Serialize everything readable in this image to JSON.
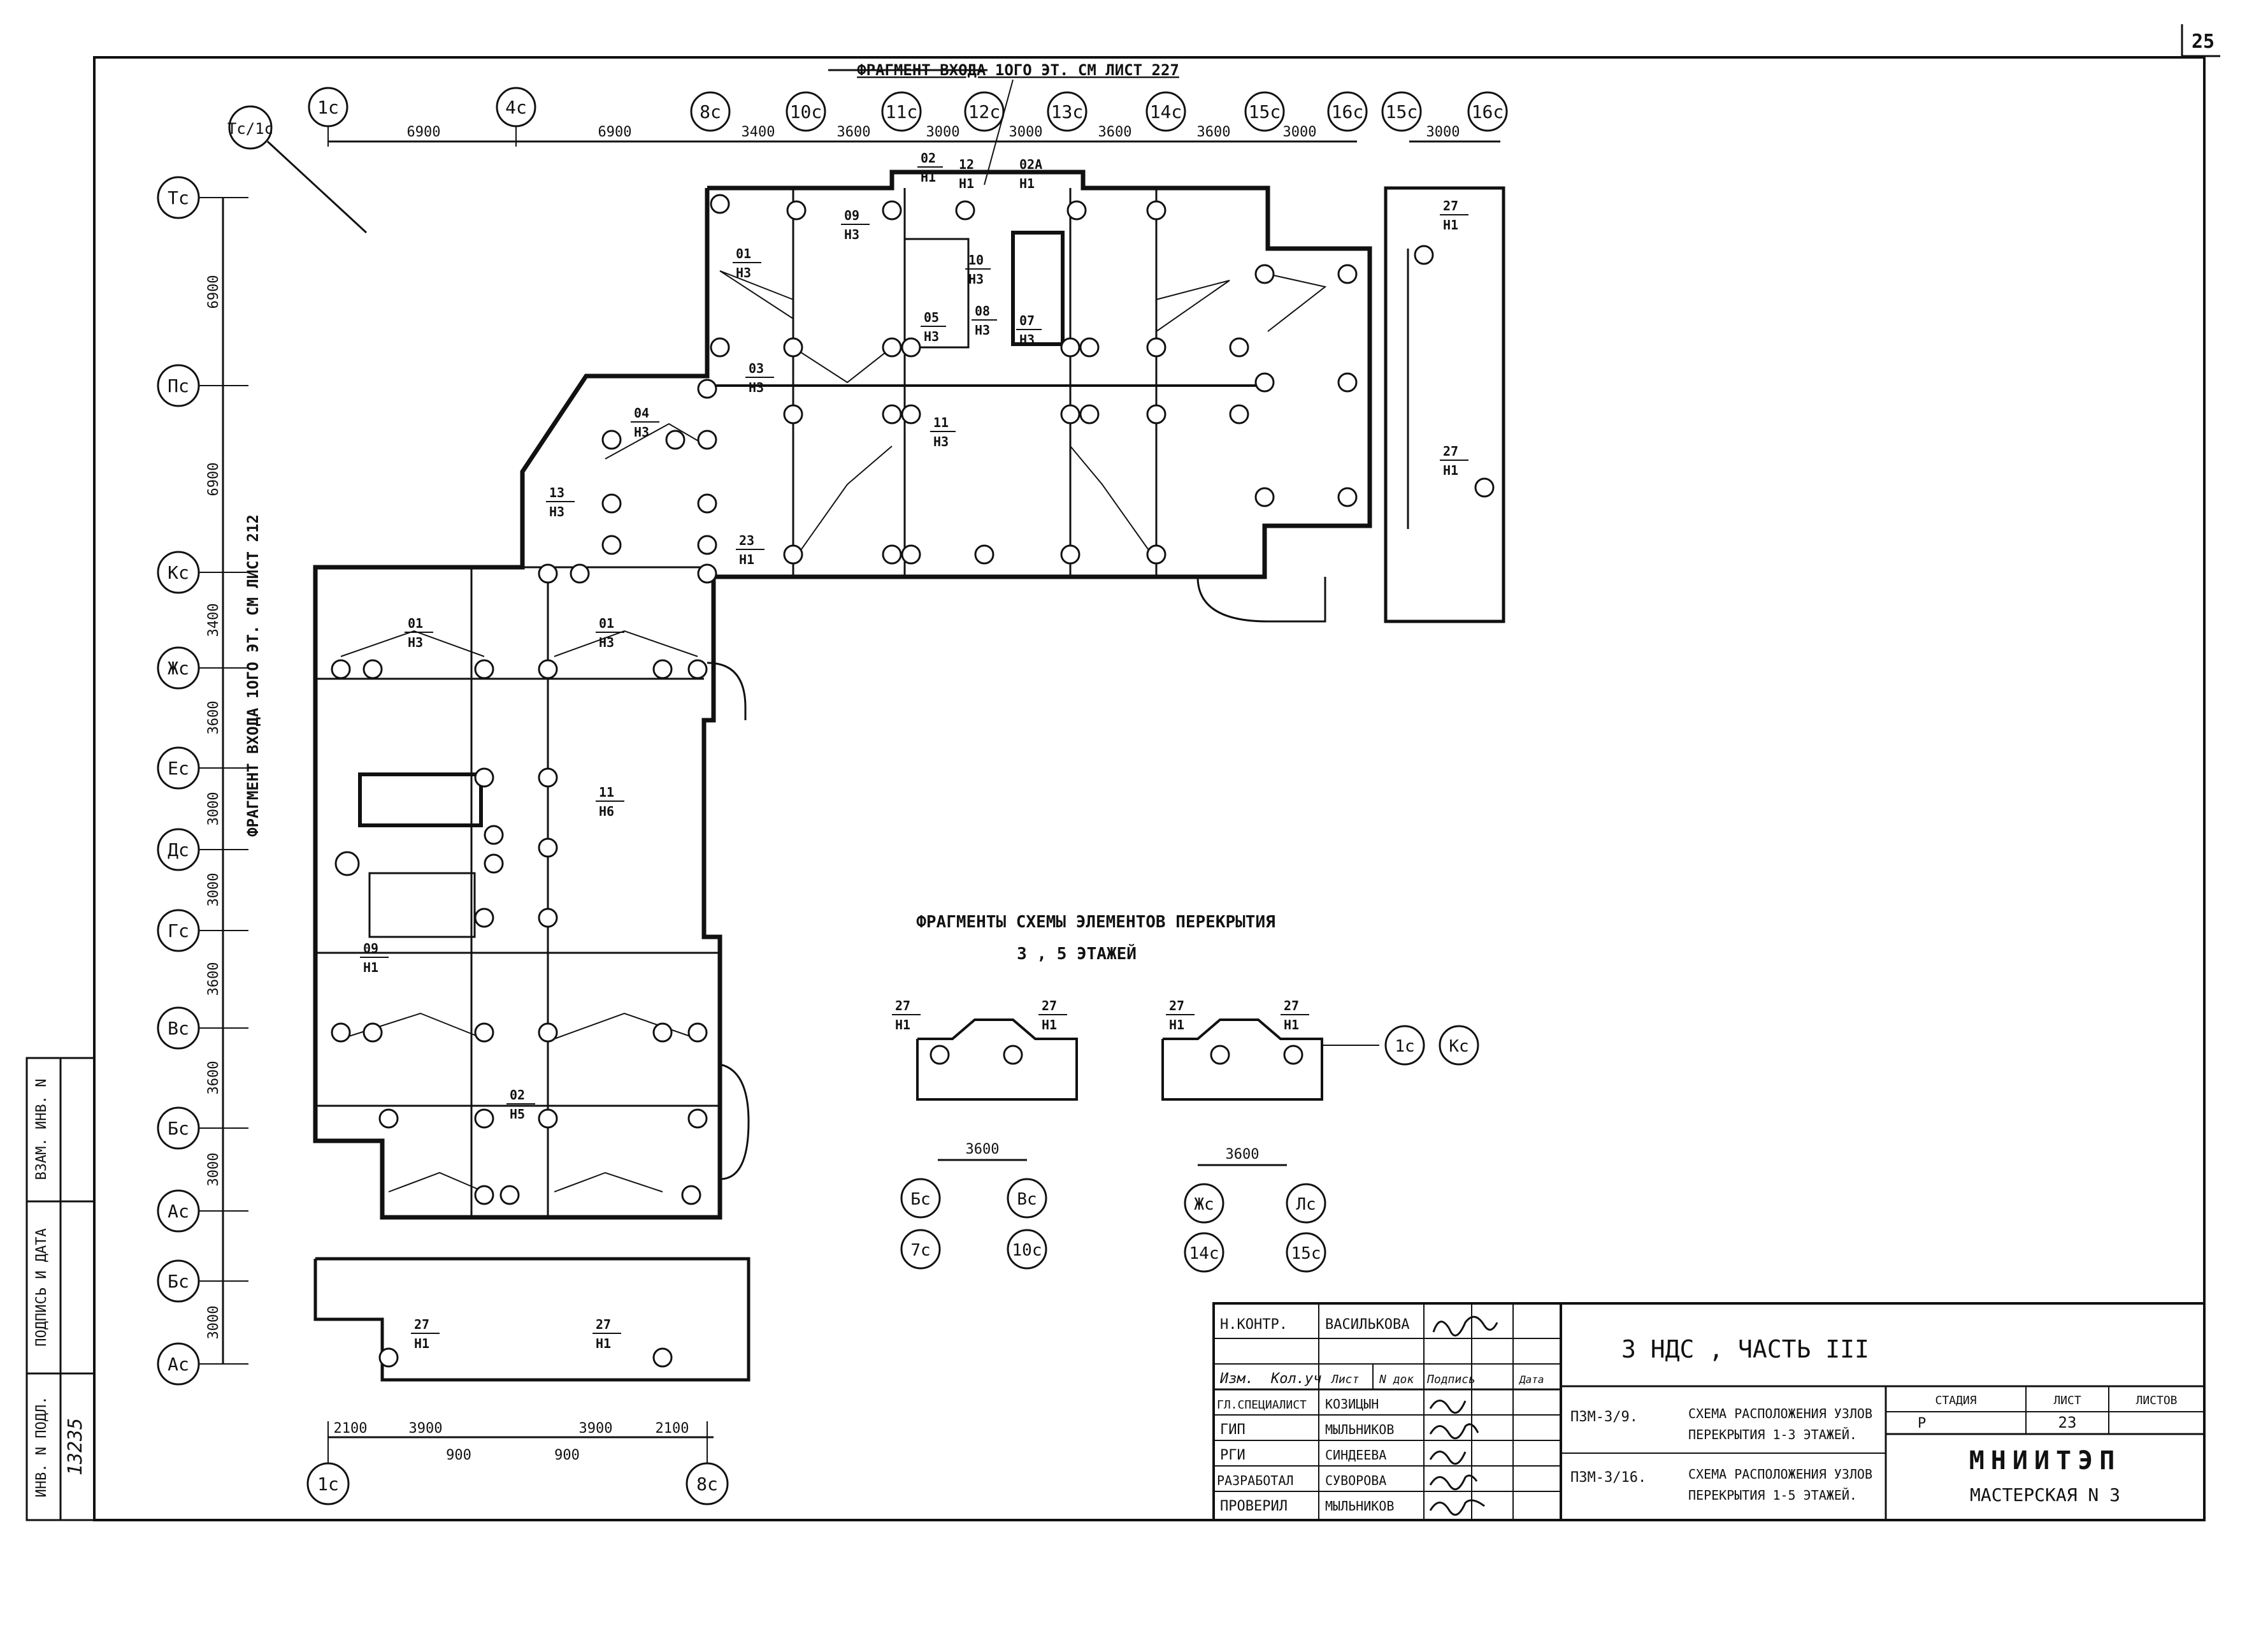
{
  "sheet_number": "25",
  "entry_fragment_top": "ФРАГМЕНТ ВХОДА 1ОГО ЭТ. СМ ЛИСТ 227",
  "entry_fragment_left": "ФРАГМЕНТ ВХОДА 1ОГО ЭТ. СМ ЛИСТ 212",
  "axes_top": [
    "1с",
    "4с",
    "8с",
    "10с",
    "11с",
    "12с",
    "13с",
    "14с",
    "15с",
    "16с",
    "15с",
    "16с"
  ],
  "axis_diag": "Тс/1с",
  "dims_top": [
    "6900",
    "6900",
    "3400",
    "3600",
    "3000",
    "3000",
    "3600",
    "3600",
    "3000",
    "3000"
  ],
  "axes_left": [
    "Тс",
    "Пс",
    "Кс",
    "Жс",
    "Ес",
    "Дс",
    "Гс",
    "Вс",
    "Бс",
    "Ас",
    "Бс",
    "Ас"
  ],
  "dims_left": [
    "6900",
    "6900",
    "3400",
    "3600",
    "3000",
    "3000",
    "3600",
    "3600",
    "3000",
    "3000"
  ],
  "axes_bottom": [
    "1с",
    "8с"
  ],
  "dims_bottom": [
    "2100",
    "3900",
    "3900",
    "2100",
    "900",
    "900"
  ],
  "fragments_title": "ФРАГМЕНТЫ СХЕМЫ ЭЛЕМЕНТОВ ПЕРЕКРЫТИЯ",
  "fragments_subtitle": "3 , 5 ЭТАЖЕЙ",
  "fragment_dim": "3600",
  "fragment_axes_left": [
    "Бс",
    "Вс",
    "7с",
    "10с"
  ],
  "fragment_axes_right": [
    "Жс",
    "Лс",
    "14с",
    "15с"
  ],
  "fragment_axes_aside": [
    "1с",
    "Кс"
  ],
  "node_labels": [
    {
      "n": "01",
      "t": "Н3"
    },
    {
      "n": "02",
      "t": "Н1"
    },
    {
      "n": "02А",
      "t": "Н1"
    },
    {
      "n": "03",
      "t": "Н3"
    },
    {
      "n": "04",
      "t": "Н3"
    },
    {
      "n": "05",
      "t": "Н3"
    },
    {
      "n": "07",
      "t": "Н3"
    },
    {
      "n": "08",
      "t": "Н3"
    },
    {
      "n": "09",
      "t": "Н3"
    },
    {
      "n": "10",
      "t": "Н3"
    },
    {
      "n": "11",
      "t": "Н3"
    },
    {
      "n": "12",
      "t": "Н1"
    },
    {
      "n": "13",
      "t": "Н3"
    },
    {
      "n": "23",
      "t": "Н1"
    },
    {
      "n": "27",
      "t": "Н1"
    },
    {
      "n": "09",
      "t": "Н1"
    },
    {
      "n": "11",
      "t": "Н6"
    },
    {
      "n": "02",
      "t": "Н5"
    }
  ],
  "title_block": {
    "n_kontr_label": "Н.КОНТР.",
    "n_kontr_name": "ВАСИЛЬКОВА",
    "header": [
      "Изм.",
      "Кол.уч",
      "Лист",
      "N док",
      "Подпись",
      "Дата"
    ],
    "rows": [
      {
        "role": "ГЛ.СПЕЦИАЛИСТ",
        "name": "КОЗИЦЫН"
      },
      {
        "role": "ГИП",
        "name": "МЫЛЬНИКОВ"
      },
      {
        "role": "РГИ",
        "name": "СИНДЕЕВА"
      },
      {
        "role": "РАЗРАБОТАЛ",
        "name": "СУВОРОВА"
      },
      {
        "role": "ПРОВЕРИЛ",
        "name": "МЫЛЬНИКОВ"
      }
    ],
    "project_title": "3 НДС , ЧАСТЬ III",
    "sheet_codes": [
      "П3М-3/9.",
      "П3М-3/16."
    ],
    "descriptions": [
      [
        "СХЕМА РАСПОЛОЖЕНИЯ УЗЛОВ",
        "ПЕРЕКРЫТИЯ 1-3 ЭТАЖЕЙ."
      ],
      [
        "СХЕМА РАСПОЛОЖЕНИЯ УЗЛОВ",
        "ПЕРЕКРЫТИЯ 1-5 ЭТАЖЕЙ."
      ]
    ],
    "stage_label": "СТАДИЯ",
    "sheet_label": "ЛИСТ",
    "sheets_label": "ЛИСТОВ",
    "stage_value": "Р",
    "sheet_value": "23",
    "org": "МНИИТЭП",
    "workshop": "МАСТЕРСКАЯ N 3"
  },
  "side_stamp": {
    "inv_label": "ИНВ. N ПОДЛ.",
    "sign_label": "ПОДПИСЬ И ДАТА",
    "vzam_label": "ВЗАМ. ИНВ. N",
    "inv_value": "13235"
  }
}
